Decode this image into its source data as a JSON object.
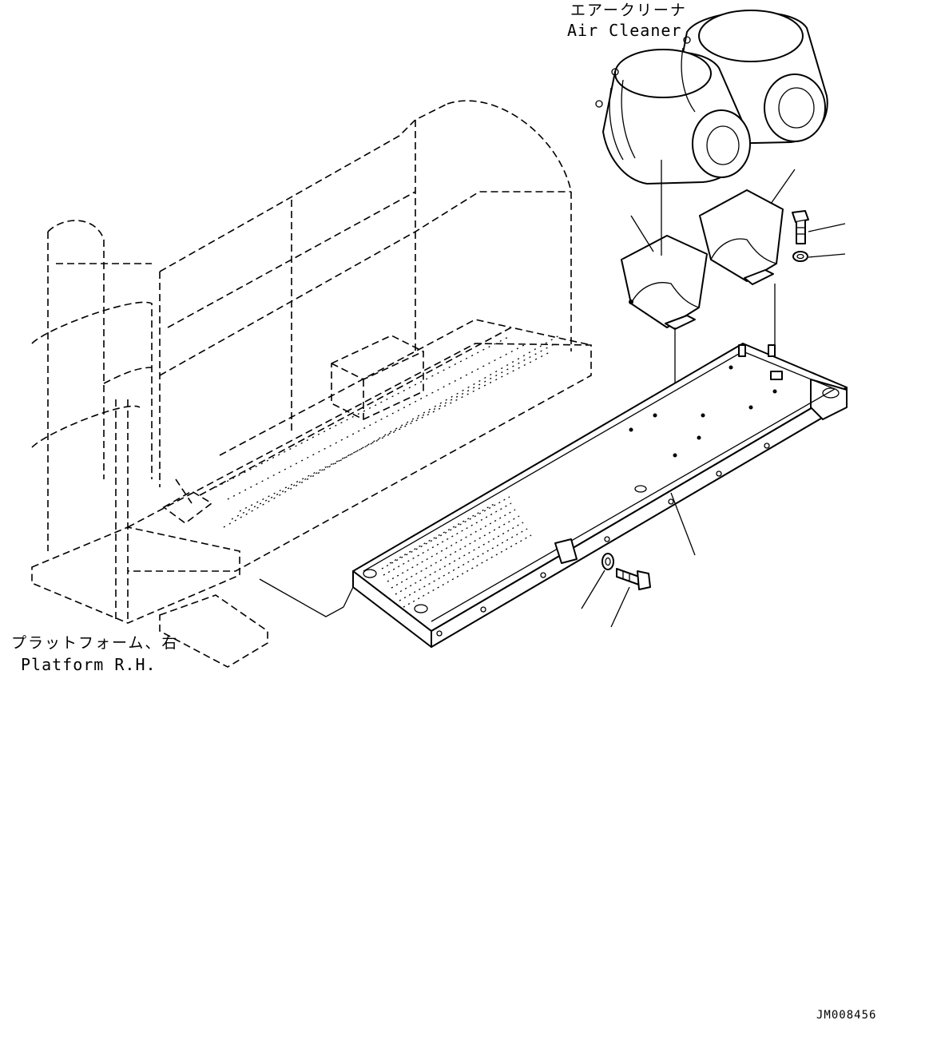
{
  "labels": {
    "air_cleaner_jp": "エアークリーナ",
    "air_cleaner_en": "Air Cleaner",
    "platform_jp": "プラットフォーム、右",
    "platform_en": "Platform R.H.",
    "drawing_code": "JM008456"
  },
  "colors": {
    "line": "#000000",
    "background": "#ffffff"
  }
}
